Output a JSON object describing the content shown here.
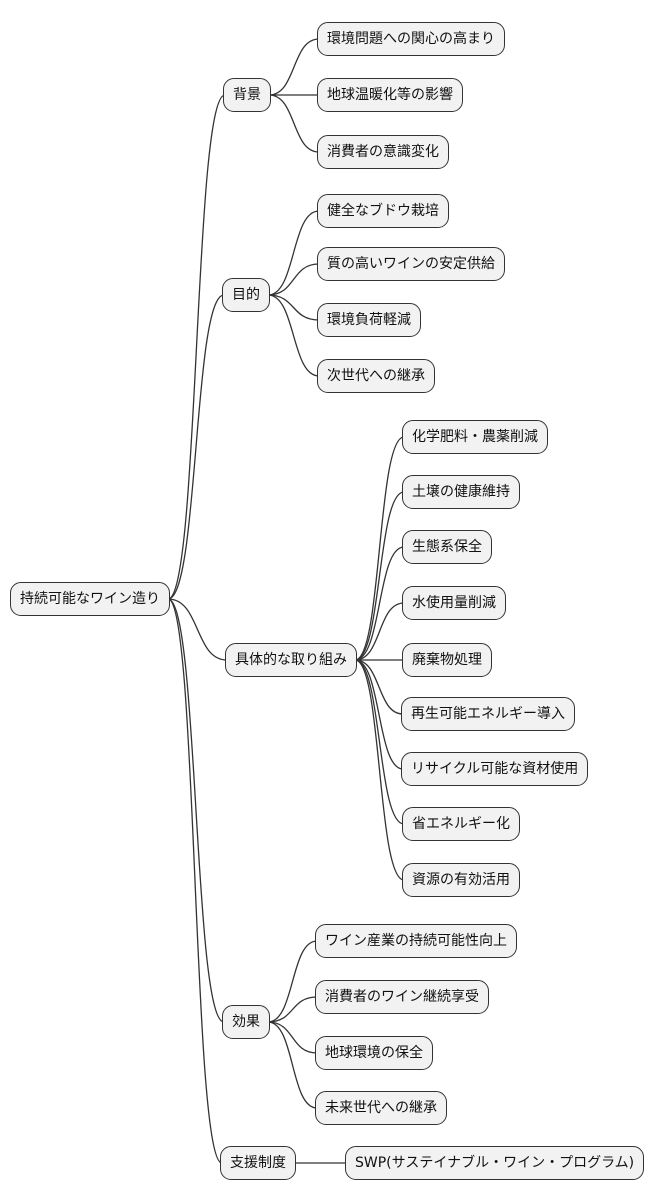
{
  "diagram": {
    "type": "mindmap",
    "root": {
      "id": "root",
      "label": "持続可能なワイン造り"
    },
    "branches": [
      {
        "id": "bg",
        "label": "背景",
        "children": [
          {
            "id": "bg1",
            "label": "環境問題への関心の高まり"
          },
          {
            "id": "bg2",
            "label": "地球温暖化等の影響"
          },
          {
            "id": "bg3",
            "label": "消費者の意識変化"
          }
        ]
      },
      {
        "id": "pu",
        "label": "目的",
        "children": [
          {
            "id": "pu1",
            "label": "健全なブドウ栽培"
          },
          {
            "id": "pu2",
            "label": "質の高いワインの安定供給"
          },
          {
            "id": "pu3",
            "label": "環境負荷軽減"
          },
          {
            "id": "pu4",
            "label": "次世代への継承"
          }
        ]
      },
      {
        "id": "ac",
        "label": "具体的な取り組み",
        "children": [
          {
            "id": "ac1",
            "label": "化学肥料・農薬削減"
          },
          {
            "id": "ac2",
            "label": "土壌の健康維持"
          },
          {
            "id": "ac3",
            "label": "生態系保全"
          },
          {
            "id": "ac4",
            "label": "水使用量削減"
          },
          {
            "id": "ac5",
            "label": "廃棄物処理"
          },
          {
            "id": "ac6",
            "label": "再生可能エネルギー導入"
          },
          {
            "id": "ac7",
            "label": "リサイクル可能な資材使用"
          },
          {
            "id": "ac8",
            "label": "省エネルギー化"
          },
          {
            "id": "ac9",
            "label": "資源の有効活用"
          }
        ]
      },
      {
        "id": "ef",
        "label": "効果",
        "children": [
          {
            "id": "ef1",
            "label": "ワイン産業の持続可能性向上"
          },
          {
            "id": "ef2",
            "label": "消費者のワイン継続享受"
          },
          {
            "id": "ef3",
            "label": "地球環境の保全"
          },
          {
            "id": "ef4",
            "label": "未来世代への継承"
          }
        ]
      },
      {
        "id": "sp",
        "label": "支援制度",
        "children": [
          {
            "id": "sp1",
            "label": "SWP(サステイナブル・ワイン・プログラム)"
          }
        ]
      }
    ],
    "colors": {
      "background": "#ffffff",
      "node_fill": "#f2f2f2",
      "node_border": "#333333",
      "edge": "#333333",
      "text": "#111111"
    }
  }
}
